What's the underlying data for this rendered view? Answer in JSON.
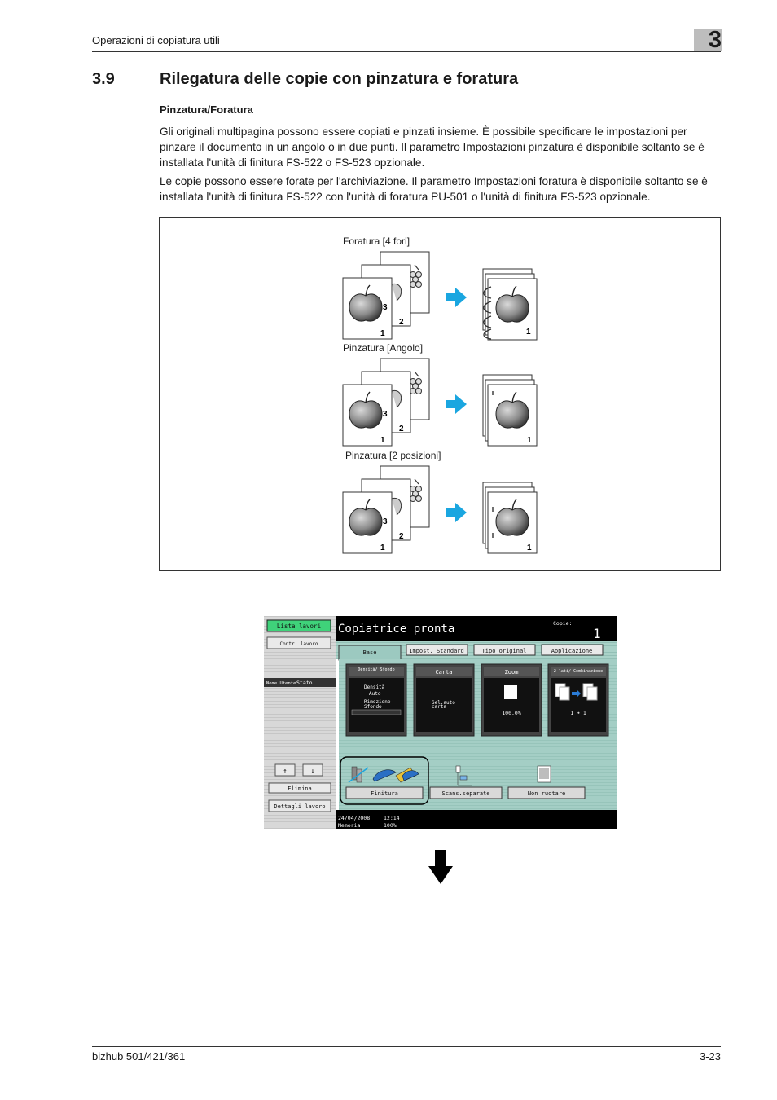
{
  "header": {
    "running_title": "Operazioni di copiatura utili",
    "chapter_number": "3"
  },
  "section": {
    "number": "3.9",
    "title": "Rilegatura delle copie con pinzatura e foratura",
    "subheading": "Pinzatura/Foratura",
    "paragraph_1": "Gli originali multipagina possono essere copiati e pinzati insieme. È possibile specificare le impostazioni per pinzare il documento in un angolo o in due punti. Il parametro Impostazioni pinzatura è disponibile soltanto se è installata l'unità di finitura FS-522 o FS-523 opzionale.",
    "paragraph_2": "Le copie possono essere forate per l'archiviazione. Il parametro Impostazioni foratura è disponibile soltanto se è installata l'unità di finitura FS-522 con l'unità di foratura PU-501 o l'unità di finitura FS-523 opzionale."
  },
  "figure": {
    "labels": [
      "Foratura [4 fori]",
      "Pinzatura [Angolo]",
      "Pinzatura [2 posizioni]"
    ],
    "page_numbers": [
      "1",
      "2",
      "3"
    ],
    "arrow_color": "#1aa6e0"
  },
  "screen": {
    "left_panel": {
      "job_list_button": "Lista lavori",
      "job_check_button": "Contr. lavoro",
      "user_name_label": "Nome Utente",
      "status_label": "Stato",
      "up_arrow": "↑",
      "down_arrow": "↓",
      "delete_button": "Elimina",
      "job_details_button": "Dettagli lavoro"
    },
    "title": "Copiatrice pronta",
    "copies_label": "Copie:",
    "copies_value": "1",
    "tabs": [
      "Base",
      "Impost. Standard",
      "Tipo original",
      "Applicazione"
    ],
    "tiles": [
      {
        "header": "Densità/ Sfondo",
        "line1": "Densità",
        "line2": "Auto",
        "line3": "Rimozione",
        "line4": "Sfondo"
      },
      {
        "header": "Carta",
        "line1": "Sel.auto",
        "line2": "carta"
      },
      {
        "header": "Zoom",
        "value": "100.0%"
      },
      {
        "header": "2 lati/ Combinazione",
        "value": "1 ➔ 1"
      }
    ],
    "bottom_buttons": [
      "Finitura",
      "Scans.separate",
      "Non ruotare"
    ],
    "status_bar": {
      "date": "24/04/2008",
      "time": "12:14",
      "memory_label": "Memoria",
      "memory_value": "100%"
    },
    "accent_green": "#3fd27a",
    "panel_teal": "#9cc9c0"
  },
  "footer": {
    "model": "bizhub 501/421/361",
    "page": "3-23"
  }
}
